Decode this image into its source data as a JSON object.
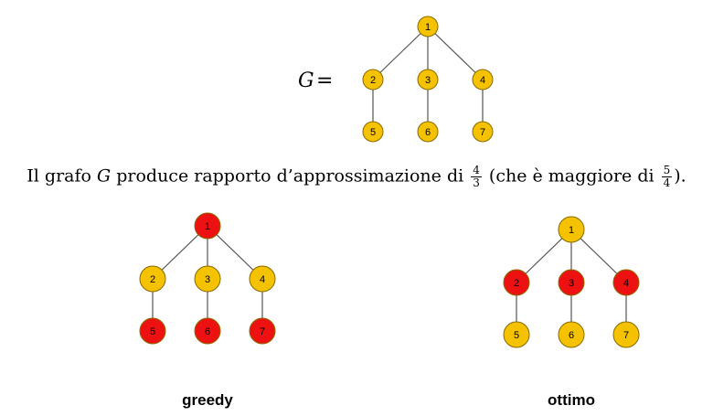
{
  "top_graph": {
    "name": "G",
    "equals": "=",
    "nodes": [
      "1",
      "2",
      "3",
      "4",
      "5",
      "6",
      "7"
    ]
  },
  "sentence": {
    "part1": "Il grafo ",
    "graph_name": "G",
    "part2": " produce rapporto d’approssimazione di ",
    "frac1_num": "4",
    "frac1_den": "3",
    "part3": " (che è maggiore di ",
    "frac2_num": "5",
    "frac2_den": "4",
    "part4": ")."
  },
  "greedy": {
    "caption": "greedy",
    "nodes": [
      "1",
      "2",
      "3",
      "4",
      "5",
      "6",
      "7"
    ],
    "red_nodes": [
      "1",
      "5",
      "6",
      "7"
    ]
  },
  "ottimo": {
    "caption": "ottimo",
    "nodes": [
      "1",
      "2",
      "3",
      "4",
      "5",
      "6",
      "7"
    ],
    "red_nodes": [
      "2",
      "3",
      "4"
    ]
  },
  "colors": {
    "yellow": "#F5C200",
    "red": "#EE1111",
    "stroke": "#8a6a00"
  }
}
